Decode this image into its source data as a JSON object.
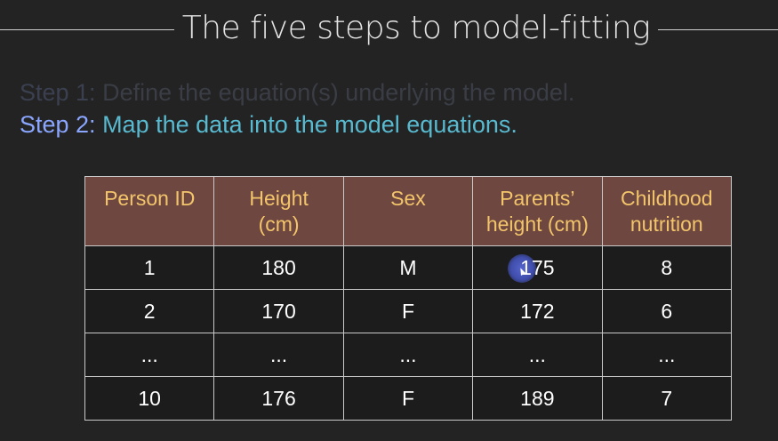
{
  "slide": {
    "title": "The five steps to model-fitting",
    "step1": {
      "label": "Step 1:",
      "text": " Define the equation(s) underlying the model."
    },
    "step2": {
      "label": "Step 2:",
      "text": " Map the data into the model equations."
    }
  },
  "table": {
    "headers": [
      [
        "Person ID"
      ],
      [
        "Height",
        "(cm)"
      ],
      [
        "Sex"
      ],
      [
        "Parents’",
        "height (cm)"
      ],
      [
        "Childhood",
        "nutrition"
      ]
    ],
    "rows": [
      [
        "1",
        "180",
        "M",
        "175",
        "8"
      ],
      [
        "2",
        "170",
        "F",
        "172",
        "6"
      ],
      [
        "...",
        "...",
        "...",
        "...",
        "..."
      ],
      [
        "10",
        "176",
        "F",
        "189",
        "7"
      ]
    ]
  },
  "colors": {
    "background": "#232323",
    "header_fill": "#6e4741",
    "header_text": "#f3c56a",
    "step2_label": "#8aa6ff",
    "step2_text": "#58b9cf"
  }
}
